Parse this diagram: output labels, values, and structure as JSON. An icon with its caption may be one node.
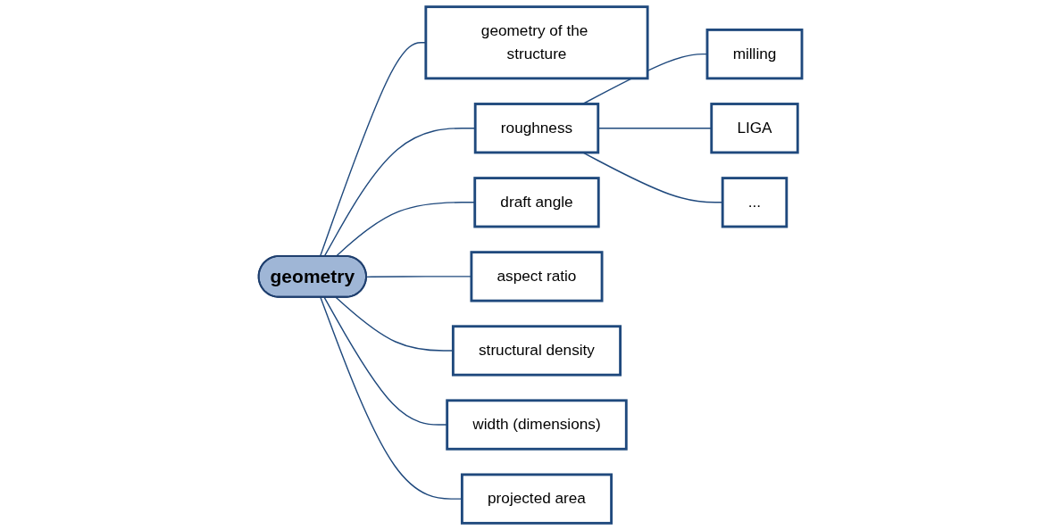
{
  "diagram": {
    "nodes": [
      {
        "text": [
          "geometry"
        ]
      },
      {
        "text": [
          "geometry of the structure"
        ]
      },
      {
        "text": [
          "roughness"
        ]
      },
      {
        "text": [
          "milling"
        ]
      },
      {
        "text": [
          "LIGA"
        ]
      },
      {
        "text": [
          "..."
        ]
      },
      {
        "text": [
          "draft angle"
        ]
      },
      {
        "text": [
          "aspect ratio"
        ]
      },
      {
        "text": [
          "structural density"
        ]
      },
      {
        "text": [
          "width (dimensions)"
        ]
      },
      {
        "text": [
          "projected area"
        ]
      }
    ],
    "edges": [
      {
        "from": 0,
        "to": 1,
        "arrow": "none"
      },
      {
        "from": 0,
        "to": 2,
        "arrow": "none"
      },
      {
        "from": 2,
        "to": 3,
        "arrow": "none"
      },
      {
        "from": 2,
        "to": 4,
        "arrow": "none"
      },
      {
        "from": 2,
        "to": 5,
        "arrow": "none"
      },
      {
        "from": 0,
        "to": 6,
        "arrow": "none"
      },
      {
        "from": 0,
        "to": 7,
        "arrow": "none"
      },
      {
        "from": 0,
        "to": 8,
        "arrow": "none"
      },
      {
        "from": 0,
        "to": 9,
        "arrow": "none"
      },
      {
        "from": 0,
        "to": 10,
        "arrow": "none"
      }
    ]
  }
}
